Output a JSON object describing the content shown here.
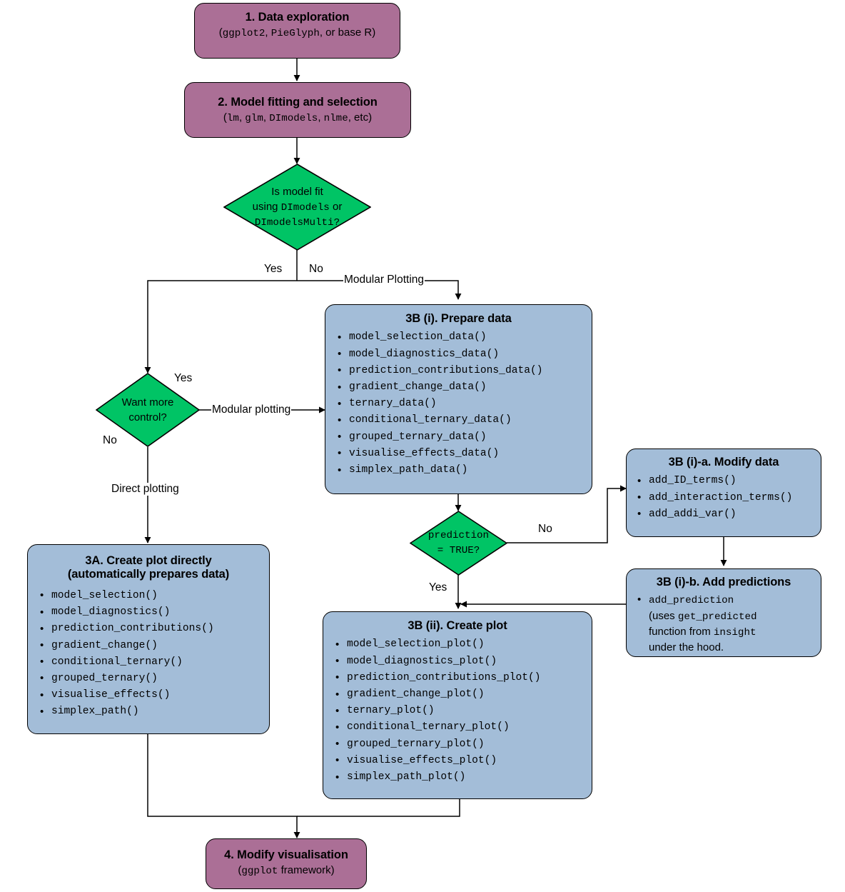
{
  "diagram": {
    "title_hidden": "DImodelsVis workflow flowchart",
    "colors": {
      "purple": "#ab6f96",
      "blue": "#a3bdd8",
      "green": "#00c465",
      "stroke": "#000000",
      "background": "#ffffff"
    }
  },
  "nodes": {
    "data_exploration": {
      "title": "1. Data exploration",
      "sub_open": "(",
      "sub_pkg1": "ggplot2",
      "sub_sep1": ", ",
      "sub_pkg2": "PieGlyph",
      "sub_tail": ", or base R)"
    },
    "model_fitting": {
      "title": "2. Model fitting and selection",
      "sub_open": "(",
      "sub_pkg1": "lm",
      "sub_sep1": ", ",
      "sub_pkg2": "glm",
      "sub_sep2": ", ",
      "sub_pkg3": "DImodels",
      "sub_sep3": ", ",
      "sub_pkg4": "nlme",
      "sub_tail": ", etc)"
    },
    "decision_model_fit": {
      "line1": "Is model fit",
      "line2_pre": "using ",
      "line2_mono": "DImodels",
      "line2_post": " or",
      "line3_mono": "DImodelsMulti?"
    },
    "decision_more_control": {
      "line1": "Want more",
      "line2": "control?"
    },
    "decision_prediction": {
      "line1": "prediction",
      "line2": "= TRUE?"
    },
    "prepare_data": {
      "title": "3B (i). Prepare data",
      "items": [
        "model_selection_data()",
        "model_diagnostics_data()",
        "prediction_contributions_data()",
        "gradient_change_data()",
        "ternary_data()",
        "conditional_ternary_data()",
        "grouped_ternary_data()",
        "visualise_effects_data()",
        "simplex_path_data()"
      ]
    },
    "modify_data": {
      "title": "3B (i)-a. Modify data",
      "items": [
        "add_ID_terms()",
        "add_interaction_terms()",
        "add_addi_var()"
      ]
    },
    "add_predictions": {
      "title": "3B (i)-b. Add predictions",
      "item_mono1": "add_prediction",
      "item_text1": "(uses ",
      "item_mono2": "get_predicted",
      "item_text2": "function from ",
      "item_mono3": "insight",
      "item_text3": "under the hood."
    },
    "create_plot_directly": {
      "title_line1": "3A. Create plot directly",
      "title_line2": "(automatically prepares data)",
      "items": [
        "model_selection()",
        "model_diagnostics()",
        "prediction_contributions()",
        "gradient_change()",
        "conditional_ternary()",
        "grouped_ternary()",
        "visualise_effects()",
        "simplex_path()"
      ]
    },
    "create_plot": {
      "title": "3B (ii). Create plot",
      "items": [
        "model_selection_plot()",
        "model_diagnostics_plot()",
        "prediction_contributions_plot()",
        "gradient_change_plot()",
        "ternary_plot()",
        "conditional_ternary_plot()",
        "grouped_ternary_plot()",
        "visualise_effects_plot()",
        "simplex_path_plot()"
      ]
    },
    "modify_visualisation": {
      "title": "4. Modify visualisation",
      "sub_open": "(",
      "sub_pkg1": "ggplot",
      "sub_tail": " framework)"
    }
  },
  "edge_labels": {
    "yes_model_fit": "Yes",
    "no_model_fit": "No",
    "modular_plotting_cap": "Modular Plotting",
    "yes_more_control": "Yes",
    "no_more_control": "No",
    "modular_plotting_low": "Modular plotting",
    "direct_plotting": "Direct plotting",
    "no_prediction": "No",
    "yes_prediction": "Yes"
  }
}
